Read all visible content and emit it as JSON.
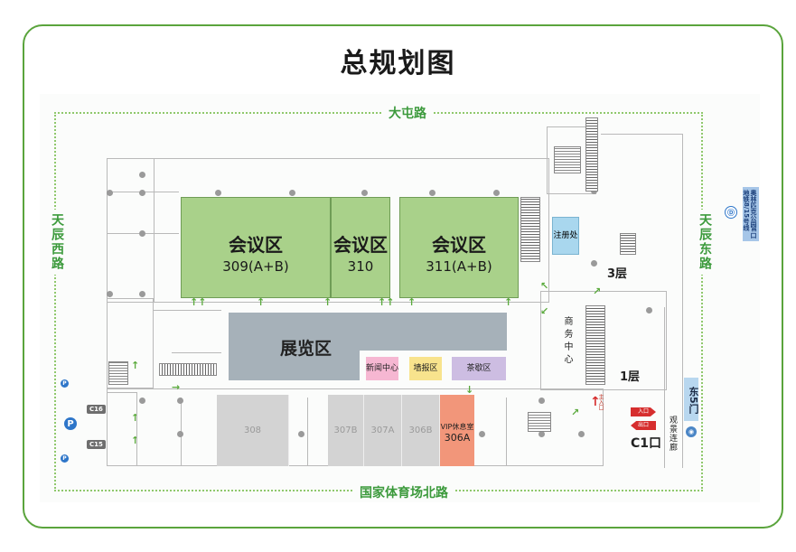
{
  "title": "总规划图",
  "roads": {
    "north": "大屯路",
    "south": "国家体育场北路",
    "west": "天辰西路",
    "east": "天辰东路"
  },
  "halls": [
    {
      "name": "会议区",
      "room": "309(A+B)"
    },
    {
      "name": "会议区",
      "room": "310"
    },
    {
      "name": "会议区",
      "room": "311(A+B)"
    }
  ],
  "exhibition": "展览区",
  "zones": {
    "news": "新闻中心",
    "registration_area": "墙报区",
    "tea": "茶歇区"
  },
  "registration": "注册处",
  "business_center": "商务中心",
  "floors": {
    "upper": "3层",
    "lower": "1层"
  },
  "rooms": [
    "308",
    "307B",
    "307A",
    "306B"
  ],
  "vip": {
    "label": "VIP休息室",
    "room": "306A"
  },
  "entrance": {
    "label": "C1口",
    "walkway": "观景连廊",
    "exit_in": "入口",
    "exit_out": "出口",
    "main_in": "主入口"
  },
  "east_gate": "东5门",
  "parking": {
    "c16": "C16",
    "c15": "C15",
    "symbol": "P"
  },
  "subway": {
    "text": "奥林匹克公园E口 地铁8/15号线"
  },
  "colors": {
    "border": "#5aa43c",
    "hall": "#a9d18a",
    "expo": "#a6b1b9",
    "news": "#f6b7d2",
    "poster": "#f8e38d",
    "tea": "#cdbde2",
    "vip": "#f2967a",
    "room": "#d3d3d3",
    "registration": "#a9d7ee"
  }
}
